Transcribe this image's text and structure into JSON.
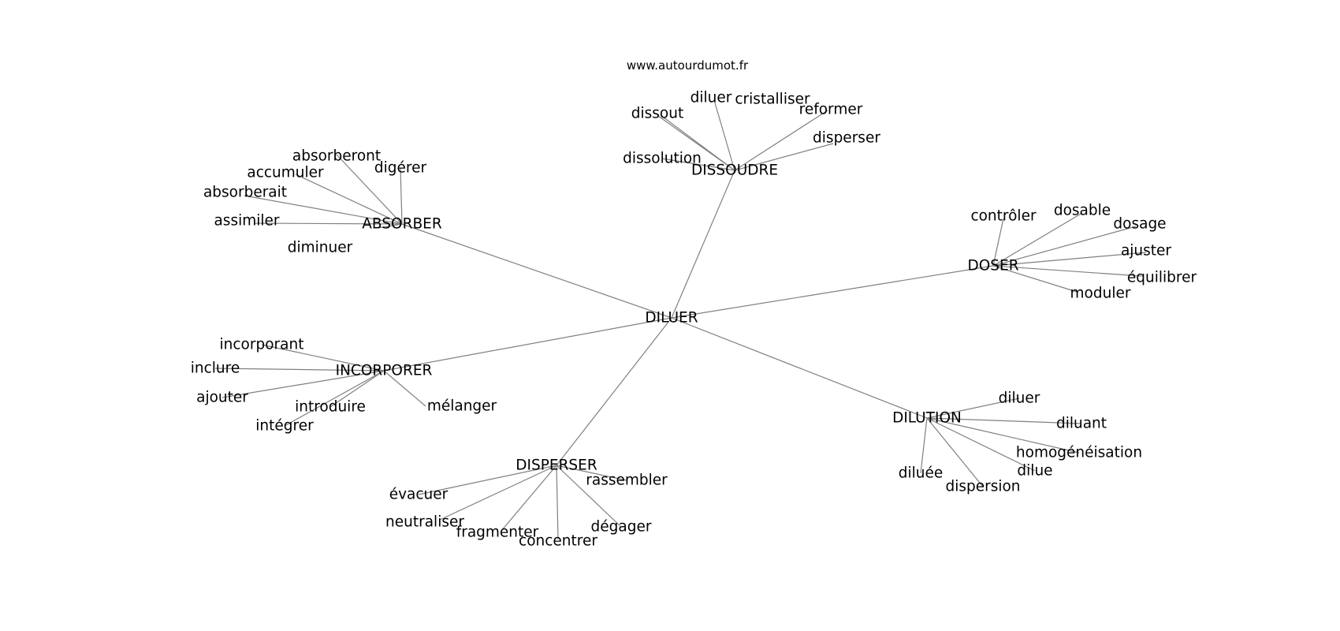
{
  "site": "www.autourdumot.fr",
  "center": "DILUER",
  "groups": [
    {
      "hub": "ABSORBER",
      "leaves": [
        "absorberont",
        "digérer",
        "accumuler",
        "absorberait",
        "assimiler",
        "diminuer"
      ]
    },
    {
      "hub": "DISSOUDRE",
      "leaves": [
        "diluer",
        "cristalliser",
        "dissout",
        "reformer",
        "disperser",
        "dissolution"
      ]
    },
    {
      "hub": "DOSER",
      "leaves": [
        "contrôler",
        "dosable",
        "dosage",
        "ajuster",
        "équilibrer",
        "moduler"
      ]
    },
    {
      "hub": "INCORPORER",
      "leaves": [
        "incorporant",
        "inclure",
        "ajouter",
        "introduire",
        "intégrer",
        "mélanger"
      ]
    },
    {
      "hub": "DISPERSER",
      "leaves": [
        "rassembler",
        "évacuer",
        "neutraliser",
        "fragmenter",
        "concentrer",
        "dégager"
      ]
    },
    {
      "hub": "DILUTION",
      "leaves": [
        "diluer",
        "diluant",
        "homogénéisation",
        "dilue",
        "diluée",
        "dispersion"
      ]
    }
  ]
}
